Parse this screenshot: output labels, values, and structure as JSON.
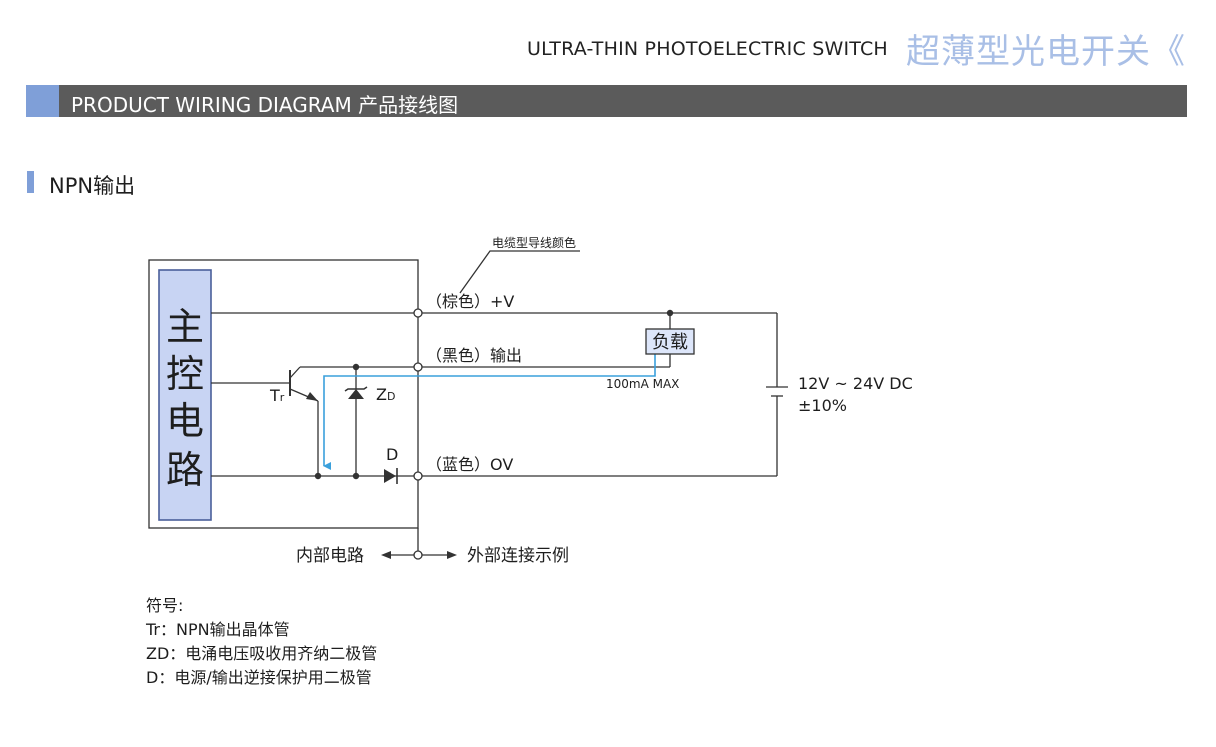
{
  "header": {
    "title_en": "ULTRA-THIN PHOTOELECTRIC SWITCH",
    "title_cn": "超薄型光电开关《"
  },
  "banner": {
    "title": "PRODUCT WIRING DIAGRAM 产品接线图"
  },
  "section": {
    "title": "NPN输出"
  },
  "diagram": {
    "main_circuit": [
      "主",
      "控",
      "电",
      "路"
    ],
    "wire_color_note": "电缆型导线颜色",
    "wire_brown": "（棕色）+V",
    "wire_black": "（黑色）输出",
    "wire_blue": "（蓝色）OV",
    "load": "负载",
    "current_max": "100mA MAX",
    "voltage": "12V ~ 24V DC",
    "tolerance": "±10%",
    "tr_label_main": "T",
    "tr_label_sub": "r",
    "zd_label_main": "Z",
    "zd_label_sub": "D",
    "d_label": "D",
    "internal_label": "内部电路",
    "external_label": "外部连接示例",
    "colors": {
      "line": "#333333",
      "current": "#3aa0dc",
      "box_fill": "#c8d4f3",
      "box_border": "#4a5f9a",
      "load_fill": "#dde6fa"
    }
  },
  "legend": {
    "title": "符号:",
    "items": [
      "Tr：NPN输出晶体管",
      "ZD：电涌电压吸收用齐纳二极管",
      "D：电源/输出逆接保护用二极管"
    ]
  }
}
